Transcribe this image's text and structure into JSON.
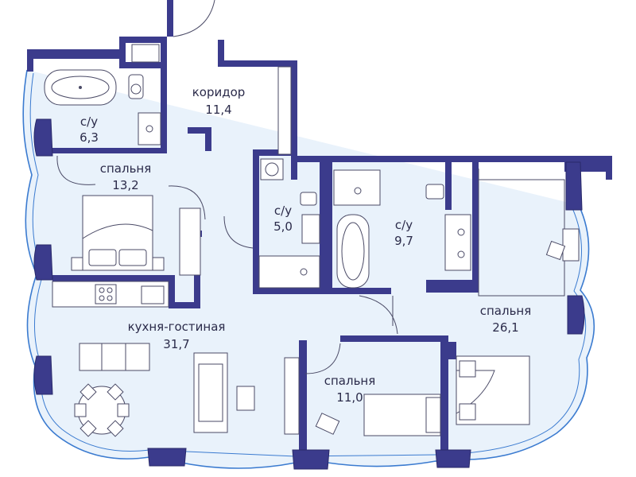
{
  "rooms": [
    {
      "id": "bath-1",
      "name": "с/у",
      "area": "6,3"
    },
    {
      "id": "corridor",
      "name": "коридор",
      "area": "11,4"
    },
    {
      "id": "bedroom-1",
      "name": "спальня",
      "area": "13,2"
    },
    {
      "id": "bath-2",
      "name": "с/у",
      "area": "5,0"
    },
    {
      "id": "bath-3",
      "name": "с/у",
      "area": "9,7"
    },
    {
      "id": "bedroom-2",
      "name": "спальня",
      "area": "26,1"
    },
    {
      "id": "kitchen-living",
      "name": "кухня-гостиная",
      "area": "31,7"
    },
    {
      "id": "bedroom-3",
      "name": "спальня",
      "area": "11,0"
    }
  ],
  "colors": {
    "wall": "#3b3b8c",
    "glazing": "#3b7bd0",
    "text": "#2b2b4a"
  }
}
